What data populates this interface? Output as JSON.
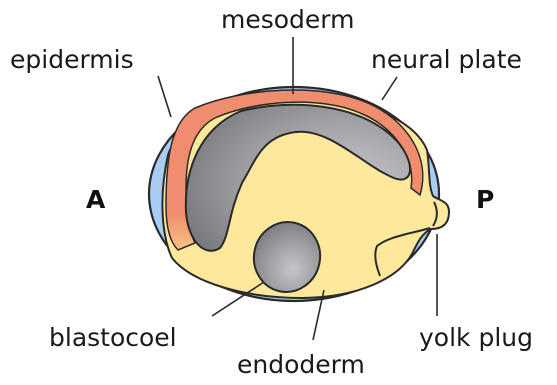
{
  "labels": {
    "mesoderm": "mesoderm",
    "epidermis": "epidermis",
    "neural_plate": "neural plate",
    "anterior": "A",
    "posterior": "P",
    "blastocoel": "blastocoel",
    "endoderm": "endoderm",
    "yolk_plug": "yolk plug"
  },
  "colors": {
    "epidermis": "#a9cdf2",
    "mesoderm": "#f08d6e",
    "endoderm": "#fde89c",
    "cavity_light": "#c4c4c8",
    "cavity_dark": "#7b7b80",
    "outline": "#2a2a2a",
    "text": "#1a1a1a"
  }
}
